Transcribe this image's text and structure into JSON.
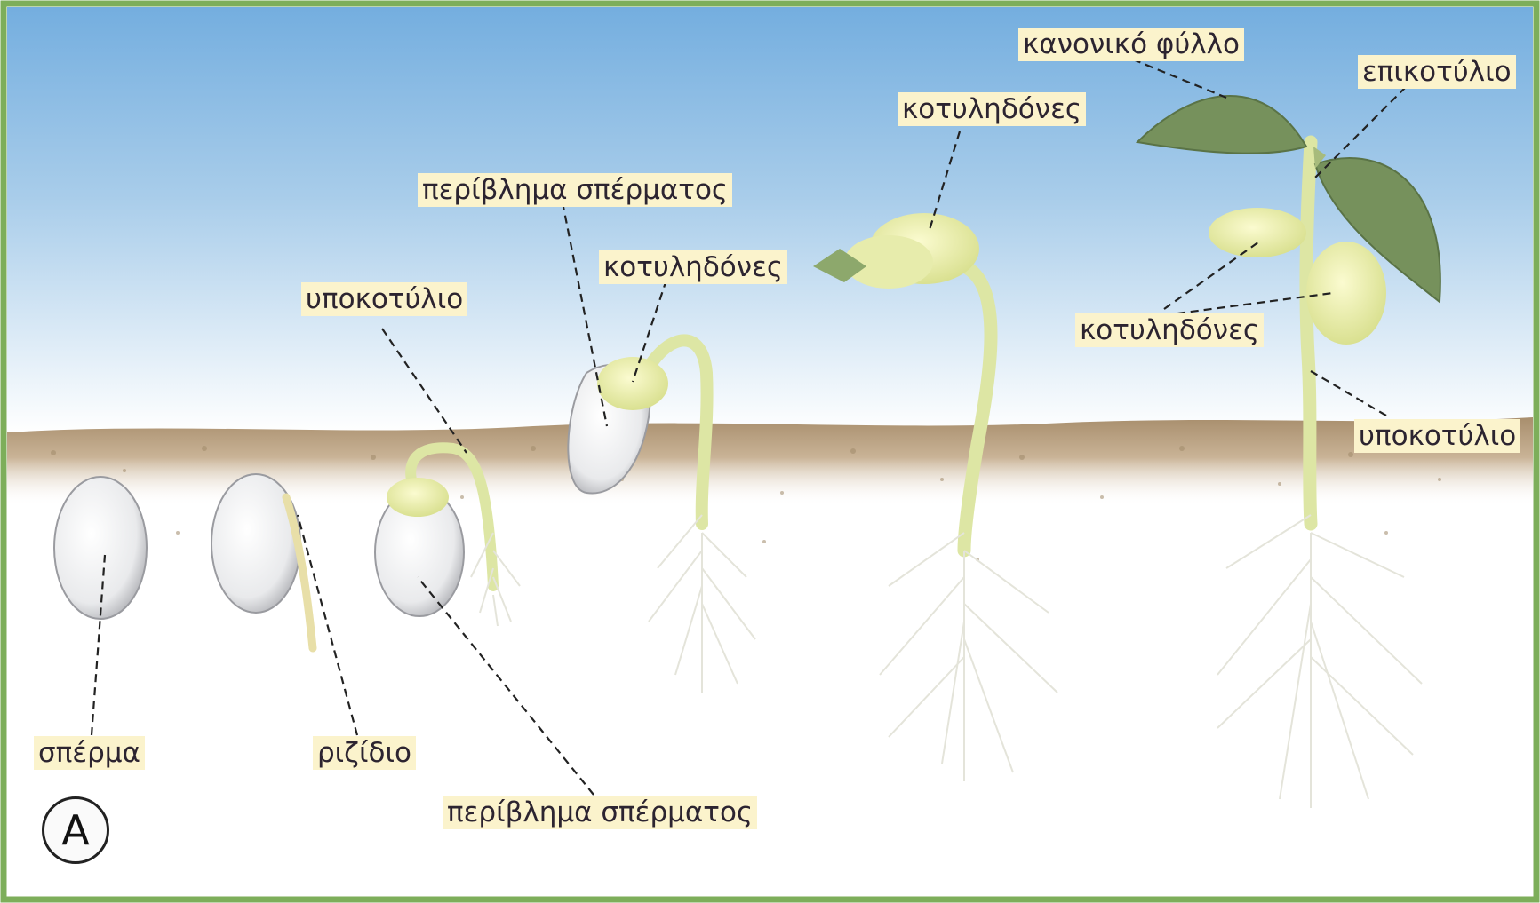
{
  "panel_marker": "A",
  "labels": {
    "seed": "σπέρμα",
    "radicle": "ριζίδιο",
    "seed_coat_bottom": "περίβλημα σπέρματος",
    "hypocotyl_stage3": "υποκοτύλιο",
    "seed_coat_top": "περίβλημα σπέρματος",
    "cotyledons_stage4": "κοτυληδόνες",
    "cotyledons_stage5": "κοτυληδόνες",
    "true_leaf": "κανονικό φύλλο",
    "epicotyl": "επικοτύλιο",
    "cotyledons_stage6": "κοτυληδόνες",
    "hypocotyl_stage6": "υποκοτύλιο"
  },
  "colors": {
    "label_bg": "#fbf3cc",
    "sky_top": "#74aedf",
    "soil": "#b8a081",
    "frame_border": "#7dae5a",
    "cotyledon": "#e2e89a",
    "leaf": "#76915c"
  }
}
